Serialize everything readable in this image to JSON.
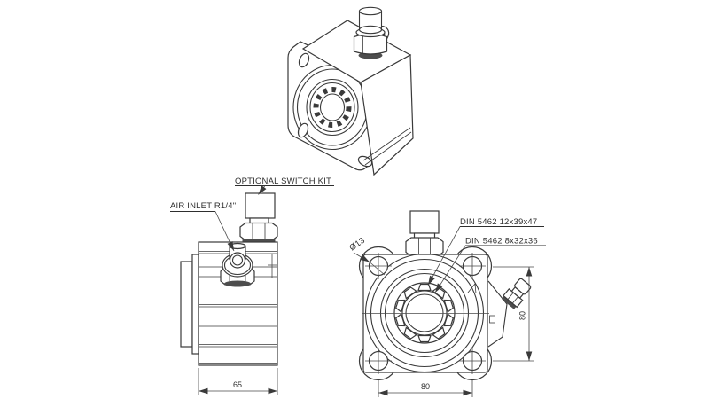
{
  "drawing": {
    "line_color": "#3a3a3a",
    "background_color": "#ffffff",
    "labels": {
      "switch_kit": "OPTIONAL SWITCH KIT",
      "air_inlet": "AIR INLET R1/4\"",
      "spline_outer": "DIN 5462 12x39x47",
      "spline_inner": "DIN 5462 8x32x36",
      "bolt_hole_diameter": "Ø13"
    },
    "dimensions": {
      "side_view_width": "65",
      "front_view_width": "80",
      "front_view_height": "80"
    }
  }
}
